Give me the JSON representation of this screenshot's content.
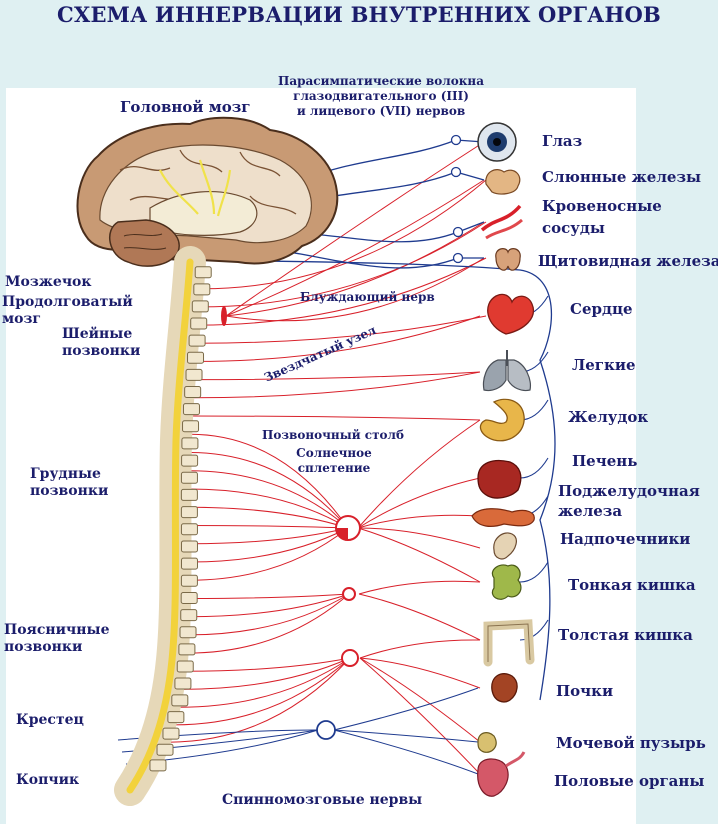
{
  "title": "СХЕМА ИННЕРВАЦИИ ВНУТРЕННИХ ОРГАНОВ",
  "colors": {
    "background": "#dff0f2",
    "text": "#1b1d6b",
    "sympathetic": "#d8202a",
    "parasympathetic": "#1f3b8f",
    "spinal_cord": "#f2d23c"
  },
  "labels": {
    "brain": "Головной мозг",
    "parasympathetic_fibers": "Парасимпатические волокна глазодвигательного (III) и лицевого (VII) нервов",
    "parasympathetic_line1": "Парасимпатические волокна",
    "parasympathetic_line2": "глазодвигательного (III)",
    "parasympathetic_line3": "и лицевого (VII) нервов",
    "cerebellum": "Мозжечок",
    "medulla_line1": "Продолговатый",
    "medulla_line2": "мозг",
    "cervical_line1": "Шейные",
    "cervical_line2": "позвонки",
    "thoracic_line1": "Грудные",
    "thoracic_line2": "позвонки",
    "lumbar_line1": "Поясничные",
    "lumbar_line2": "позвонки",
    "sacrum": "Крестец",
    "coccyx": "Копчик",
    "spinal_nerves": "Спинномозговые нервы",
    "vagus": "Блуждающий нерв",
    "stellate": "Звездчатый узел",
    "vertebral_column": "Позвоночный столб",
    "solar_line1": "Солнечное",
    "solar_line2": "сплетение"
  },
  "organs": [
    {
      "id": "eye",
      "label": "Глаз",
      "icon": "eye-icon"
    },
    {
      "id": "salivary",
      "label": "Слюнные железы",
      "icon": "salivary-gland-icon"
    },
    {
      "id": "vessels",
      "label_line1": "Кровеносные",
      "label_line2": "сосуды",
      "icon": "blood-vessels-icon"
    },
    {
      "id": "thyroid",
      "label": "Щитовидная железа",
      "icon": "thyroid-icon"
    },
    {
      "id": "heart",
      "label": "Сердце",
      "icon": "heart-icon"
    },
    {
      "id": "lungs",
      "label": "Легкие",
      "icon": "lungs-icon"
    },
    {
      "id": "stomach",
      "label": "Желудок",
      "icon": "stomach-icon"
    },
    {
      "id": "liver",
      "label": "Печень",
      "icon": "liver-icon"
    },
    {
      "id": "pancreas",
      "label_line1": "Поджелудочная",
      "label_line2": "железа",
      "icon": "pancreas-icon"
    },
    {
      "id": "adrenal",
      "label": "Надпочечники",
      "icon": "adrenal-icon"
    },
    {
      "id": "small_intestine",
      "label": "Тонкая кишка",
      "icon": "small-intestine-icon"
    },
    {
      "id": "large_intestine",
      "label": "Толстая кишка",
      "icon": "large-intestine-icon"
    },
    {
      "id": "kidneys",
      "label": "Почки",
      "icon": "kidney-icon"
    },
    {
      "id": "bladder",
      "label": "Мочевой пузырь",
      "icon": "bladder-icon"
    },
    {
      "id": "genitals",
      "label": "Половые органы",
      "icon": "genitals-icon"
    }
  ]
}
